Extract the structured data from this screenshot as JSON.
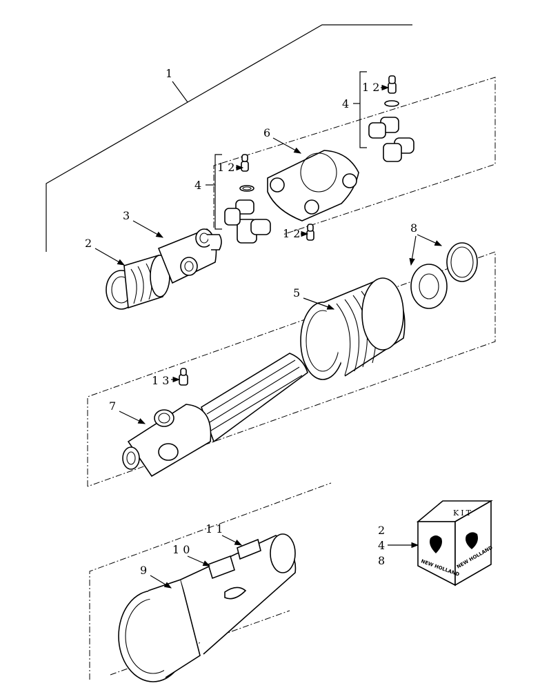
{
  "callouts": {
    "c1": "1",
    "c2": "2",
    "c3": "3",
    "c4a": "4",
    "c4b": "4",
    "c5": "5",
    "c6": "6",
    "c7": "7",
    "c8": "8",
    "c9": "9",
    "c10": "1 0",
    "c11": "1 1",
    "c12a": "1 2",
    "c12b": "1 2",
    "c12c": "1 2",
    "c13": "1 3"
  },
  "kit": {
    "items": [
      "2",
      "4",
      "8"
    ],
    "box_label": "KIT",
    "brand_front": "NEW HOLLAND",
    "brand_side": "NEW HOLLAND"
  },
  "colors": {
    "ink": "#000000",
    "paper": "#ffffff"
  }
}
